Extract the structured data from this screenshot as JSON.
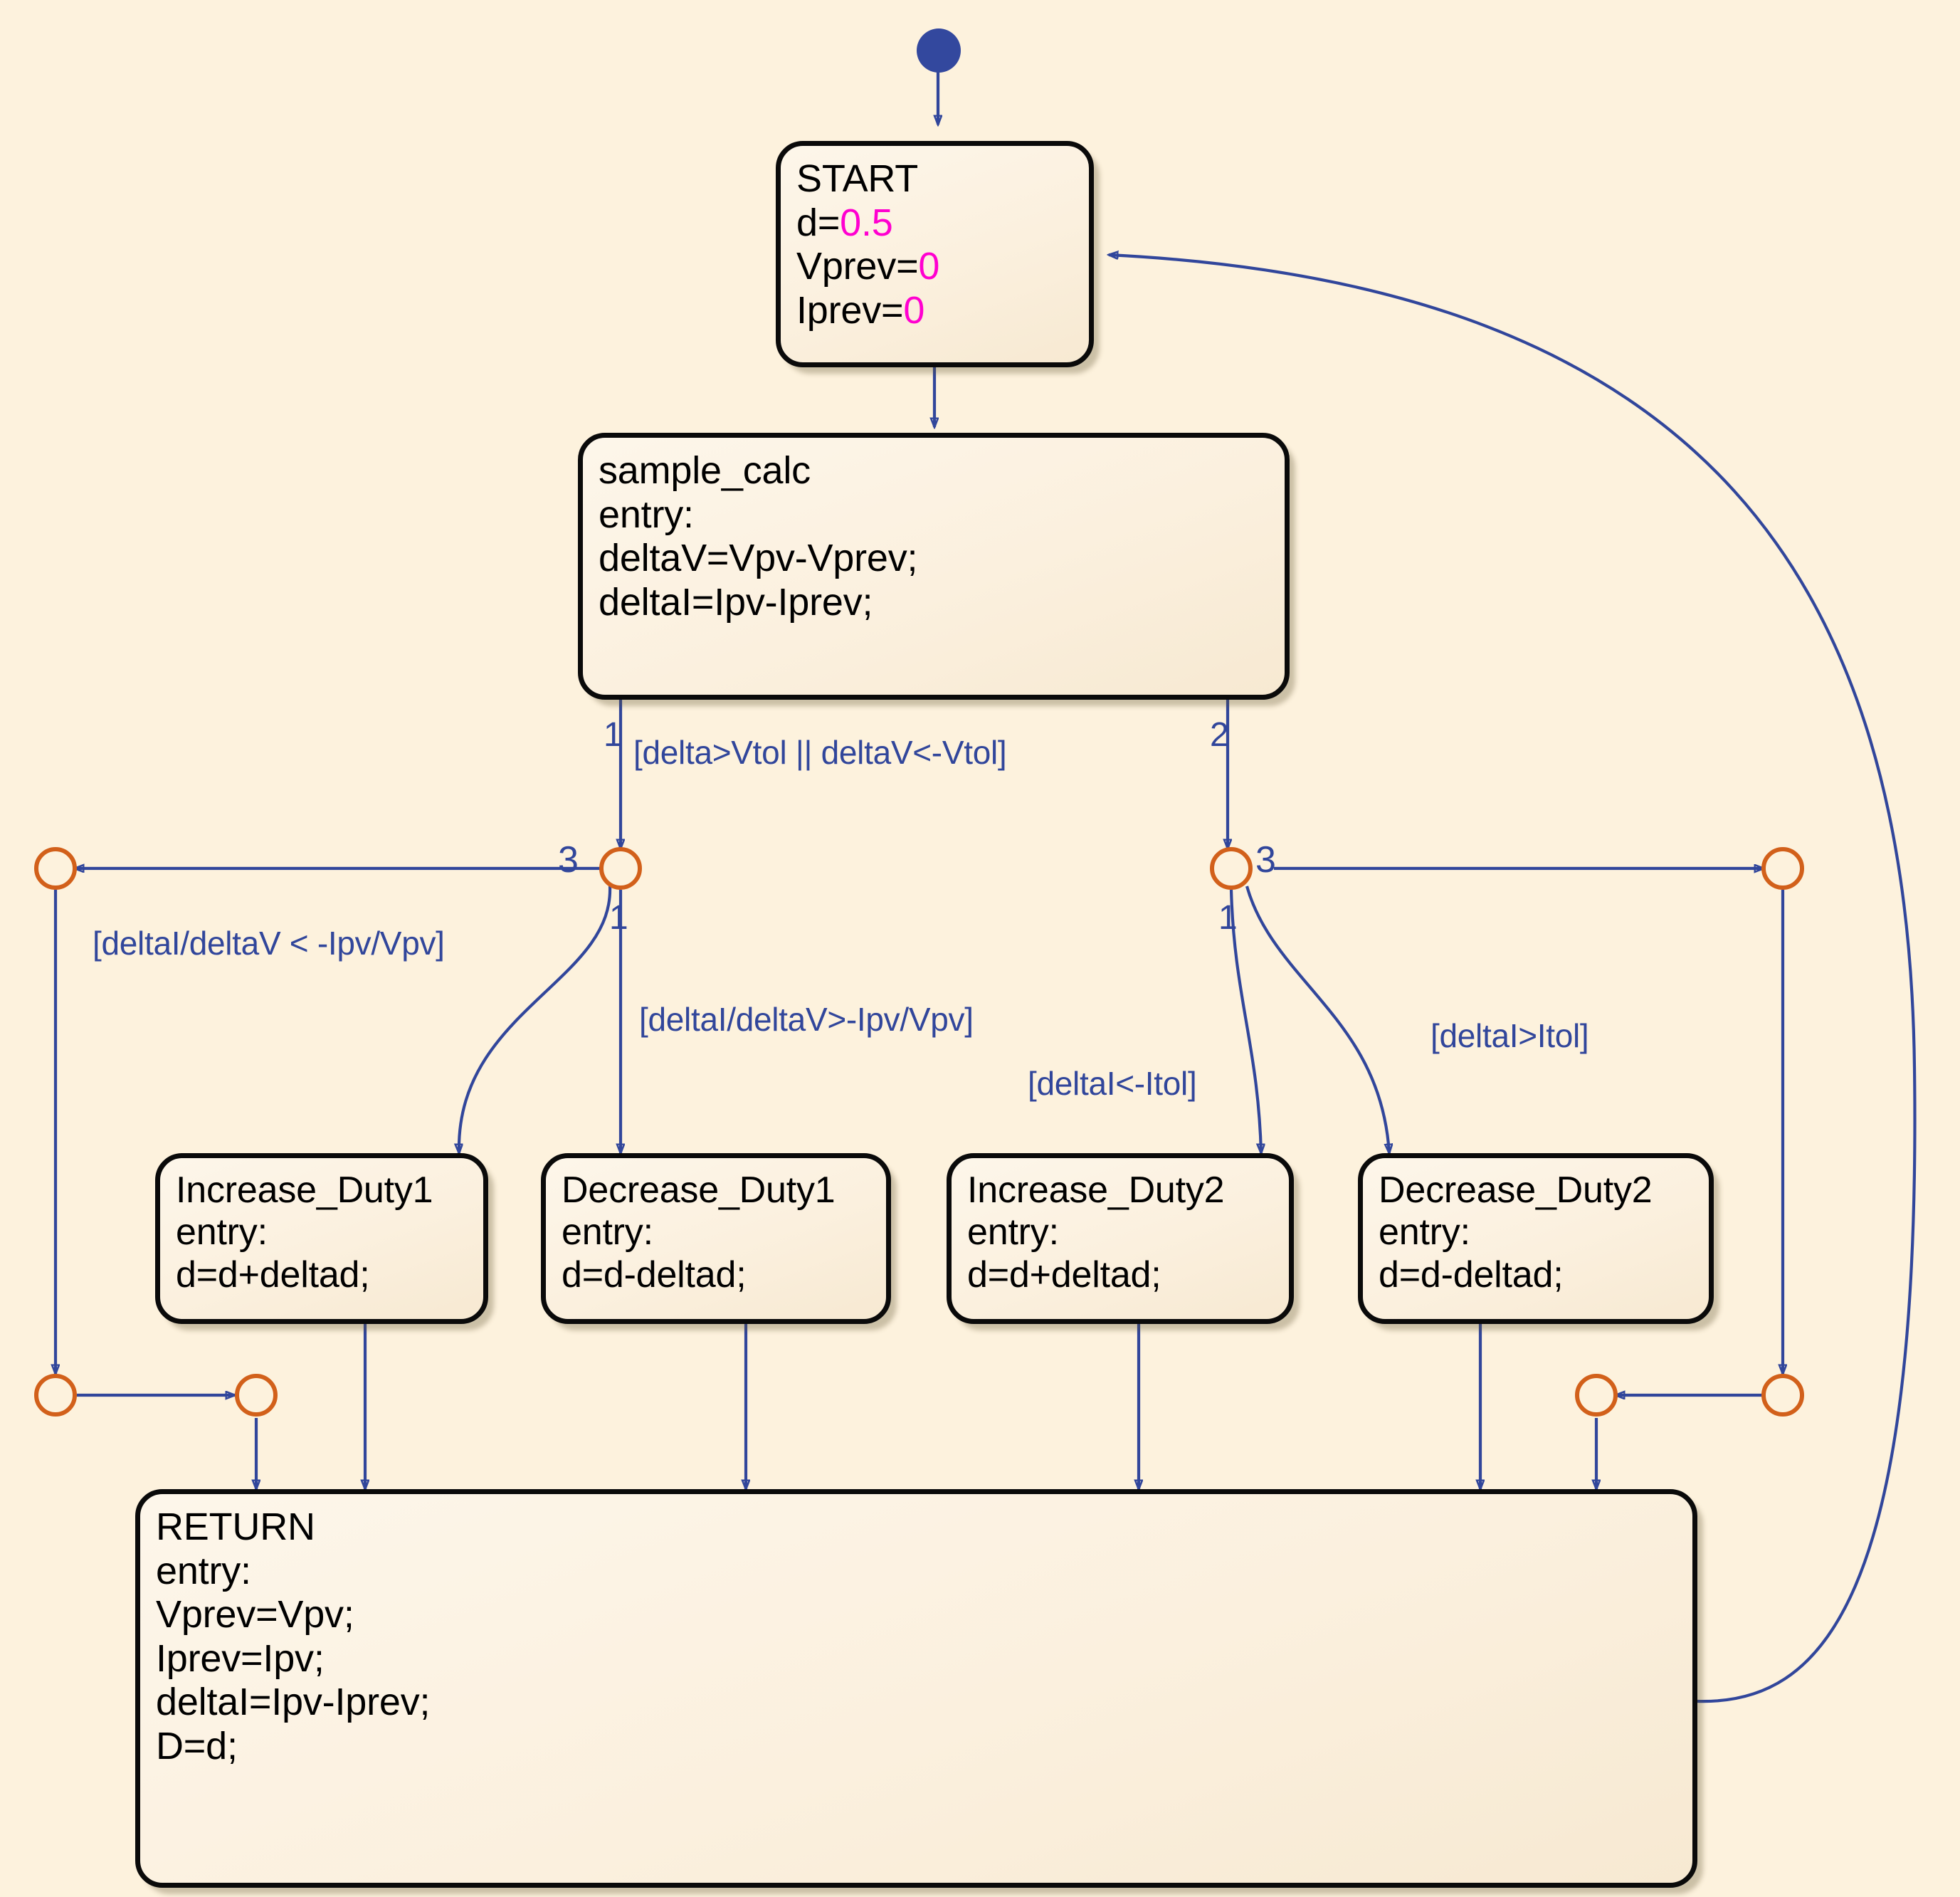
{
  "diagram": {
    "title": "MPPT Incremental Conductance Stateflow Chart",
    "canvas_bg": "#fdf2dd",
    "state_border_color": "#0a0a0a",
    "transition_color": "#31469b",
    "junction_color": "#d2601a",
    "literal_color": "#ff00d0",
    "initial_dot_color": "#33489e"
  },
  "states": [
    {
      "id": "start",
      "name": "START",
      "lines": [
        "START",
        "d=",
        "Vprev=",
        "Iprev="
      ],
      "body": [
        {
          "text": "START",
          "literal": ""
        },
        {
          "text": "d=",
          "literal": "0.5"
        },
        {
          "text": "Vprev=",
          "literal": "0"
        },
        {
          "text": "Iprev=",
          "literal": "0"
        }
      ]
    },
    {
      "id": "sample_calc",
      "name": "sample_calc",
      "body": [
        {
          "text": "sample_calc",
          "literal": ""
        },
        {
          "text": "entry:",
          "literal": ""
        },
        {
          "text": "deltaV=Vpv-Vprev;",
          "literal": ""
        },
        {
          "text": "deltaI=Ipv-Iprev;",
          "literal": ""
        }
      ]
    },
    {
      "id": "increase_duty1",
      "name": "Increase_Duty1",
      "body": [
        {
          "text": "Increase_Duty1",
          "literal": ""
        },
        {
          "text": "entry:",
          "literal": ""
        },
        {
          "text": "d=d+deltad;",
          "literal": ""
        }
      ]
    },
    {
      "id": "decrease_duty1",
      "name": "Decrease_Duty1",
      "body": [
        {
          "text": "Decrease_Duty1",
          "literal": ""
        },
        {
          "text": "entry:",
          "literal": ""
        },
        {
          "text": "d=d-deltad;",
          "literal": ""
        }
      ]
    },
    {
      "id": "increase_duty2",
      "name": "Increase_Duty2",
      "body": [
        {
          "text": "Increase_Duty2",
          "literal": ""
        },
        {
          "text": "entry:",
          "literal": ""
        },
        {
          "text": "d=d+deltad;",
          "literal": ""
        }
      ]
    },
    {
      "id": "decrease_duty2",
      "name": "Decrease_Duty2",
      "body": [
        {
          "text": "Decrease_Duty2",
          "literal": ""
        },
        {
          "text": "entry:",
          "literal": ""
        },
        {
          "text": "d=d-deltad;",
          "literal": ""
        }
      ]
    },
    {
      "id": "return",
      "name": "RETURN",
      "body": [
        {
          "text": "RETURN",
          "literal": ""
        },
        {
          "text": "entry:",
          "literal": ""
        },
        {
          "text": "Vprev=Vpv;",
          "literal": ""
        },
        {
          "text": "Iprev=Ipv;",
          "literal": ""
        },
        {
          "text": "deltaI=Ipv-Iprev;",
          "literal": ""
        },
        {
          "text": "D=d;",
          "literal": ""
        }
      ]
    }
  ],
  "state_text": {
    "start_title": "START",
    "start_l1_lhs": "d=",
    "start_l1_val": "0.5",
    "start_l2_lhs": "Vprev=",
    "start_l2_val": "0",
    "start_l3_lhs": "Iprev=",
    "start_l3_val": "0",
    "sample_title": "sample_calc",
    "sample_l1": "entry:",
    "sample_l2": "deltaV=Vpv-Vprev;",
    "sample_l3": "deltaI=Ipv-Iprev;",
    "inc1_title": "Increase_Duty1",
    "inc1_l1": "entry:",
    "inc1_l2": "d=d+deltad;",
    "dec1_title": "Decrease_Duty1",
    "dec1_l1": "entry:",
    "dec1_l2": "d=d-deltad;",
    "inc2_title": "Increase_Duty2",
    "inc2_l1": "entry:",
    "inc2_l2": "d=d+deltad;",
    "dec2_title": "Decrease_Duty2",
    "dec2_l1": "entry:",
    "dec2_l2": "d=d-deltad;",
    "return_title": "RETURN",
    "return_l1": "entry:",
    "return_l2": "Vprev=Vpv;",
    "return_l3": "Iprev=Ipv;",
    "return_l4": "deltaI=Ipv-Iprev;",
    "return_l5": "D=d;"
  },
  "transitions": {
    "cond_v": "[delta>Vtol || deltaV<-Vtol]",
    "cond_inc1": "[deltaI/deltaV < -Ipv/Vpv]",
    "cond_dec1": "[deltaI/deltaV>-Ipv/Vpv]",
    "cond_inc2": "[deltaI<-Itol]",
    "cond_dec2": "[deltaI>Itol]",
    "order_left_1": "1",
    "order_right_2": "2",
    "order_junc_left_3": "3",
    "order_junc_left_1": "1",
    "order_junc_right_3": "3",
    "order_junc_right_1": "1"
  }
}
